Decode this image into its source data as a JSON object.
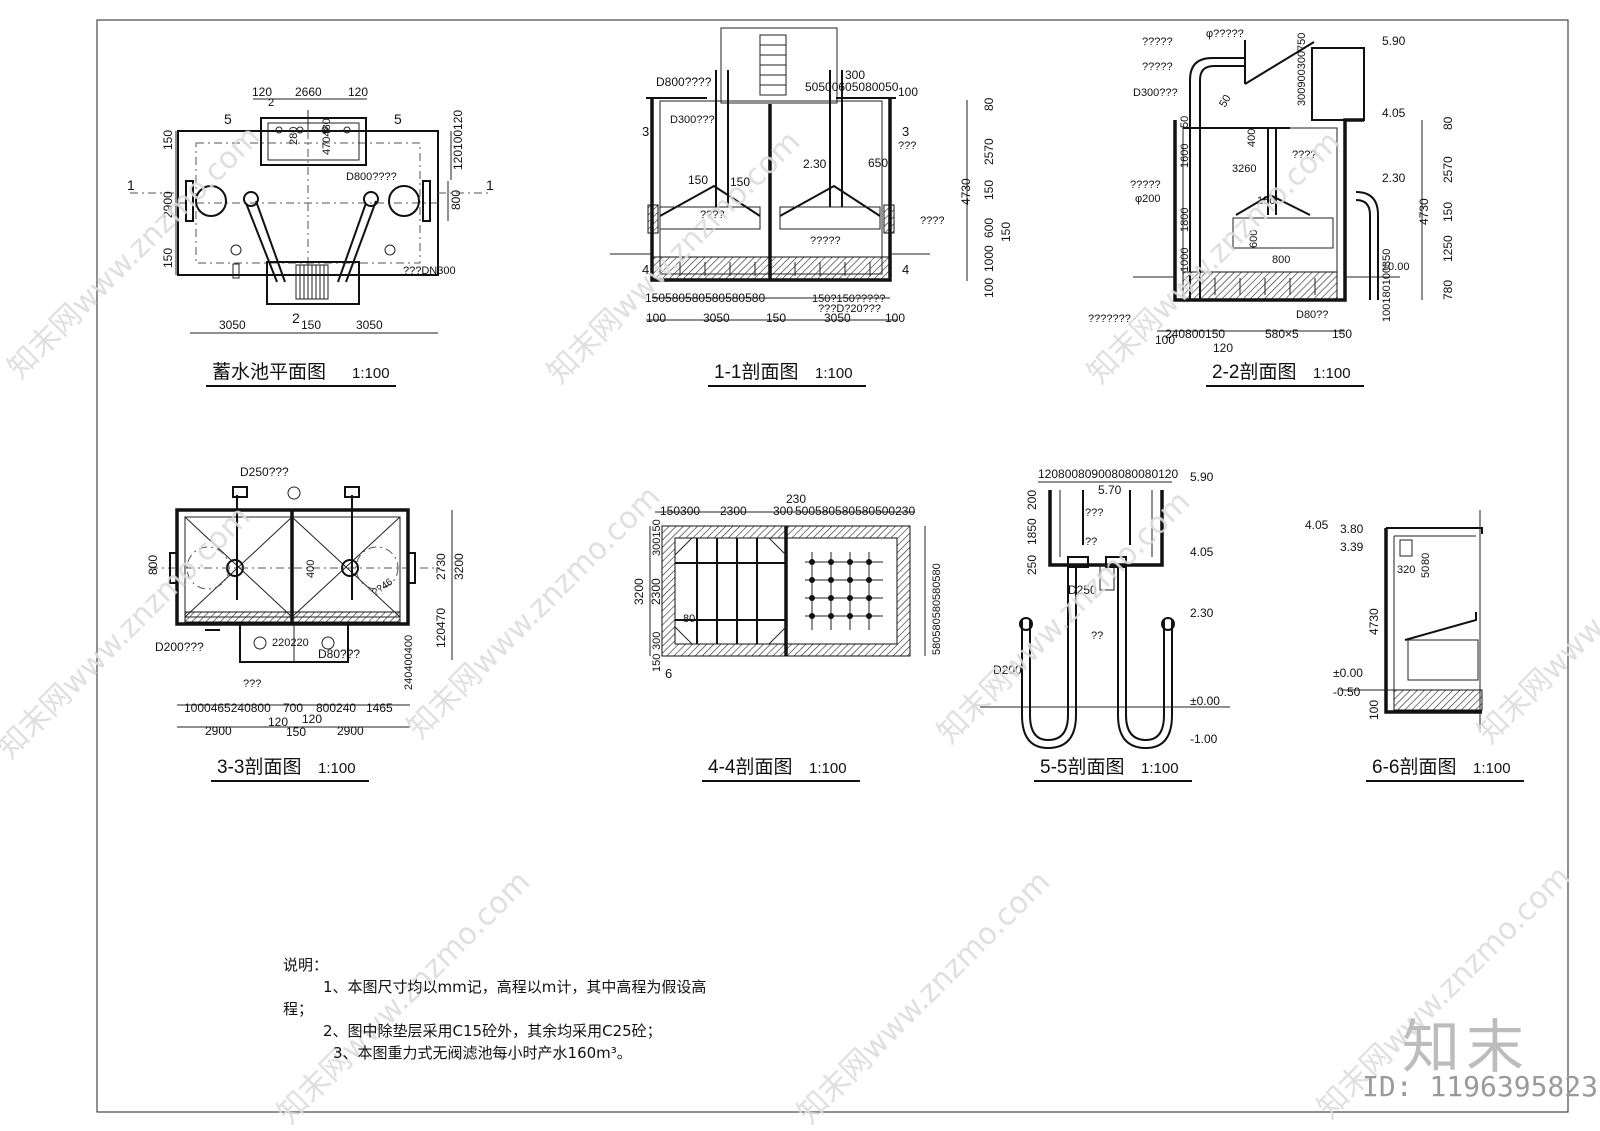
{
  "titles": {
    "plan": "蓄水池平面图",
    "s11": "1-1剖面图",
    "s22": "2-2剖面图",
    "s33": "3-3剖面图",
    "s44": "4-4剖面图",
    "s55": "5-5剖面图",
    "s66": "6-6剖面图",
    "scale": "1:100"
  },
  "plan_dims": {
    "top1": "120",
    "top2": "2660",
    "top3": "120",
    "bot1": "3050",
    "bot2": "150",
    "bot3": "3050",
    "left1": "150",
    "left2": "2900",
    "left3": "150",
    "right1": "120100120",
    "right2": "800",
    "inner1": "280",
    "inner2": "470480",
    "lbl_d800": "D800????",
    "lbl_dn300": "???DN300",
    "sec1": "1",
    "sec2": "2",
    "sec5": "5"
  },
  "s11_dims": {
    "lbl_d800": "D800????",
    "lbl_d300": "D300???",
    "top": "50500605080050",
    "top2": "300",
    "r100": "100",
    "e230": "2.30",
    "d650": "650",
    "d150a": "150",
    "d150b": "150",
    "lbl_q4": "????",
    "lbl_q3": "???",
    "lbl_q5": "?????",
    "bot_seq": "150580580580580580",
    "bot_lbl": "150?150?????",
    "bot_lbl2": "???D?20???",
    "b1": "100",
    "b2": "3050",
    "b3": "150",
    "b4": "3050",
    "b5": "100",
    "v80": "80",
    "v2570": "2570",
    "v4730": "4730",
    "v150": "150",
    "v600": "600",
    "v1000": "1000",
    "v150b": "150",
    "v100": "100",
    "sec3": "3",
    "sec4": "4"
  },
  "s22_dims": {
    "lbl1": "?????",
    "lbl2": "?????",
    "lbl3": "D300???",
    "lbl_phi": "φ?????",
    "lbl4": "?????",
    "lbl_phi200": "φ200",
    "lbl5": "???????",
    "lbl_d80": "D80??",
    "top_v": "300900300750",
    "e590": "5.90",
    "e405": "4.05",
    "e230": "2.30",
    "e000": "±0.00",
    "v80": "80",
    "v2570": "2570",
    "v4730": "4730",
    "v150": "150",
    "v1250": "1250",
    "v780": "780",
    "l50": "50",
    "l1600": "1600",
    "l1800": "1800",
    "l1000": "1000",
    "i400": "400",
    "i3260": "3260",
    "i150": "150",
    "i600": "600",
    "i800": "800",
    "i4": "????",
    "b_seq": "240800150",
    "b_580": "580×5",
    "b150": "150",
    "b120": "120",
    "b100": "100",
    "r_small": "100180100350",
    "q50": "50"
  },
  "s33_dims": {
    "lbl_d250": "D250???",
    "lbl_d200": "D200???",
    "lbl_d80": "D80???",
    "lbl_q": "???",
    "l800": "800",
    "r2730": "2730",
    "r3200": "3200",
    "r470": "470",
    "r120": "120",
    "r_small": "240400400",
    "i400": "400",
    "i220": "220220",
    "b_seq": "1000465240800",
    "b700": "700",
    "b800": "800240",
    "b1465": "1465",
    "b120a": "120",
    "b120b": "120",
    "b2900a": "2900",
    "b150": "150",
    "b2900b": "2900",
    "q46": "??46"
  },
  "s44_dims": {
    "top230": "230",
    "top1": "150300",
    "top2300": "2300",
    "top3": "300",
    "top4": "500580580580500230",
    "left_top": "300150",
    "left3200": "3200",
    "left2300": "2300",
    "left300": "300",
    "left150": "150",
    "right_seq": "580580580580580",
    "i80": "80",
    "sec6": "6"
  },
  "s55_dims": {
    "top_seq": "120800809008080080120",
    "e590": "5.90",
    "e570": "5.70",
    "e405": "4.05",
    "e230": "2.30",
    "e000": "±0.00",
    "e100": "-1.00",
    "v200": "200",
    "v1850": "1850",
    "v250": "250",
    "lbl_d250": "D250",
    "lbl_d200": "D200",
    "lbl_q1": "???",
    "lbl_q2": "??",
    "lbl_q3": "??"
  },
  "s66_dims": {
    "e405": "4.05",
    "e380": "3.80",
    "e339": "3.39",
    "e000": "±0.00",
    "e050": "-0.50",
    "v320": "320",
    "v80": "80",
    "v50": "50",
    "v4730": "4730",
    "v100": "100"
  },
  "notes": {
    "head": "说明：",
    "n1": "1、本图尺寸均以mm记，高程以m计，其中高程为假设高",
    "n1b": "程；",
    "n2": "2、图中除垫层采用C15砼外，其余均采用C25砼；",
    "n3": "3、本图重力式无阀滤池每小时产水160m³。"
  },
  "brand": "知末",
  "id_text": "ID: 1196395823",
  "watermark": "知末网www.znzmo.com"
}
